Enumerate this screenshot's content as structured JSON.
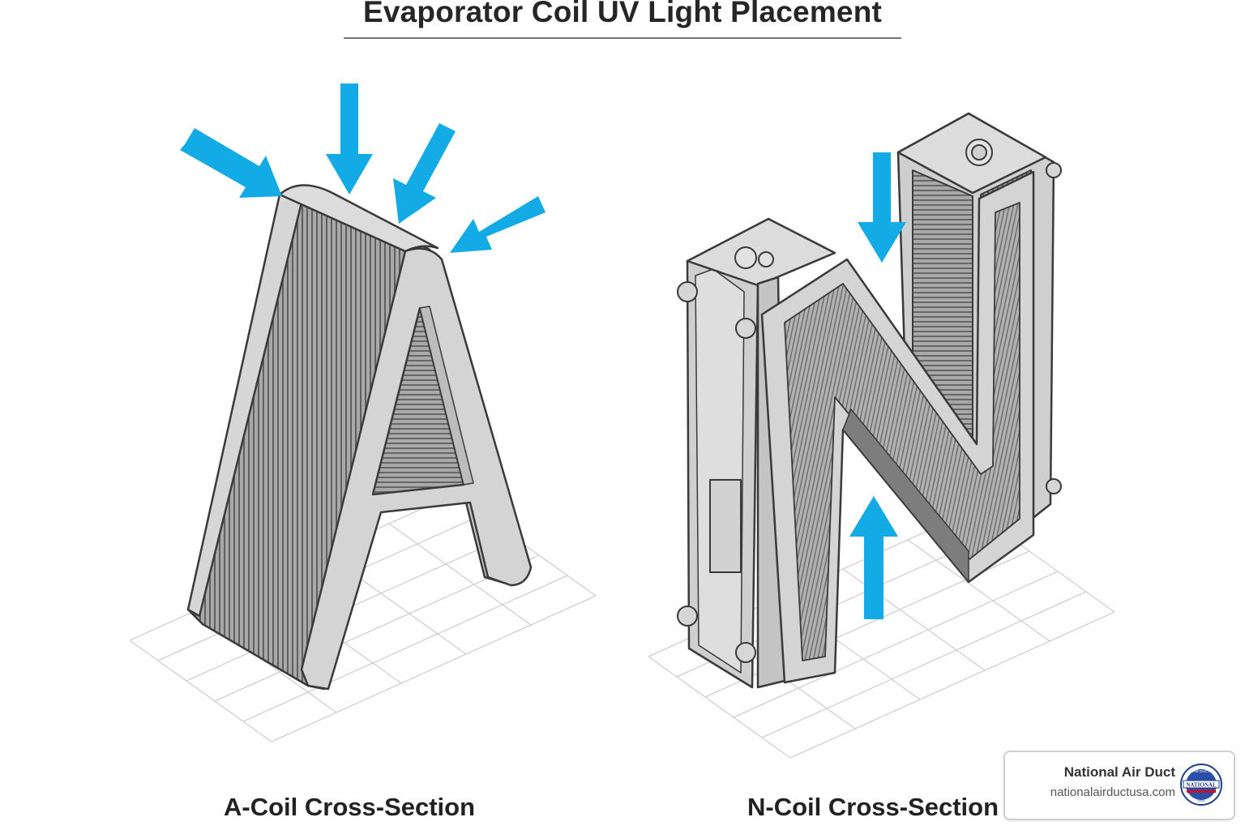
{
  "title": "Evaporator Coil UV Light Placement",
  "panels": {
    "a_coil": {
      "caption": "A-Coil Cross-Section"
    },
    "n_coil": {
      "caption": "N-Coil Cross-Section"
    }
  },
  "brand": {
    "name": "National Air Duct",
    "url": "nationalairductusa.com",
    "logo_text": [
      "AIR DUCT",
      "NATIONAL",
      "USA"
    ]
  },
  "colors": {
    "arrow": "#13abe6",
    "frame": "#d4d4d4",
    "fins": "#8a8a8a",
    "outline": "#3a3a3a",
    "grid": "#cfcfcf"
  },
  "icons": {
    "uv_arrow": "uv-arrow-icon",
    "logo": "national-air-duct-logo-icon"
  }
}
